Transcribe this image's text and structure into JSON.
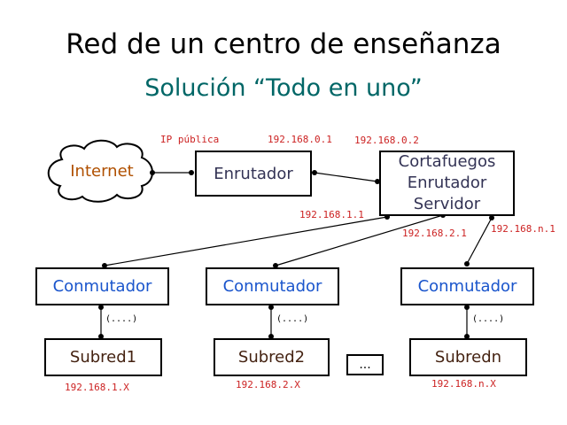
{
  "title": "Red de un centro de enseñanza",
  "subtitle": "Solución “Todo en uno”",
  "nodes": {
    "internet": "Internet",
    "router": "Enrutador",
    "firewall": [
      "Cortafuegos",
      "Enrutador",
      "Servidor"
    ],
    "switches": [
      "Conmutador",
      "Conmutador",
      "Conmutador"
    ],
    "subnets": [
      "Subred1",
      "Subred2",
      "Subredn"
    ],
    "ellipsis_box": "..."
  },
  "labels": {
    "public_ip": "IP pública",
    "router_ip": "192.168.0.1",
    "firewall_wan_ip": "192.168.0.2",
    "lan1_ip": "192.168.1.1",
    "lan2_ip": "192.168.2.1",
    "lann_ip": "192.168.n.1",
    "subnet_ranges": [
      "192.168.1.X",
      "192.168.2.X",
      "192.168.n.X"
    ],
    "link_ellipsis": "(....)"
  },
  "colors": {
    "subtitle": "#006666",
    "internet": "#b05000",
    "ip": "#cc2222",
    "switch": "#1a55cc"
  }
}
